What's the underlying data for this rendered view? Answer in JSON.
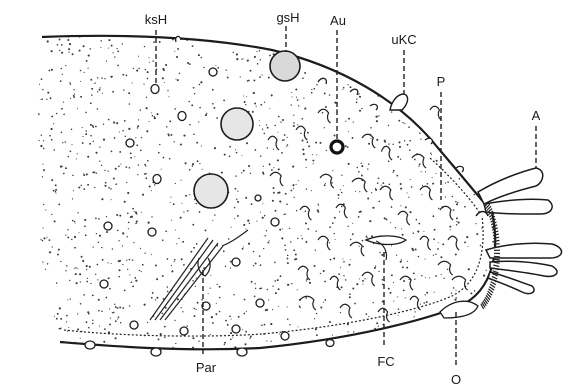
{
  "figure": {
    "labels": {
      "ksH": "ksH",
      "gsH": "gsH",
      "Au": "Au",
      "uKC": "uKC",
      "P": "P",
      "A": "A",
      "Par": "Par",
      "FC": "FC",
      "O": "O"
    },
    "colors": {
      "ink": "#1c1c1c",
      "paper": "#ffffff",
      "stipple": "#3a3a3a"
    }
  }
}
